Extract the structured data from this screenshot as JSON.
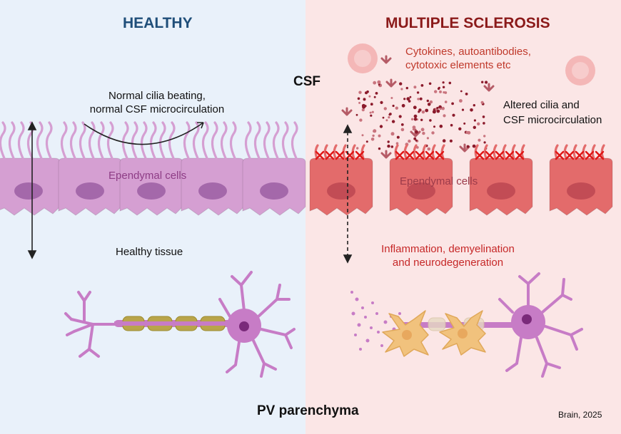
{
  "labels": {
    "healthy": "HEALTHY",
    "ms": "MULTIPLE SCLEROSIS",
    "csf": "CSF",
    "normal_cilia_1": "Normal cilia beating,",
    "normal_cilia_2": "normal CSF microcirculation",
    "cytokines_1": "Cytokines, autoantibodies,",
    "cytokines_2": "cytotoxic elements etc",
    "altered_1": "Altered cilia and",
    "altered_2": "CSF microcirculation",
    "ependymal_left": "Ependymal cells",
    "ependymal_right": "Ependymal cells",
    "healthy_tissue": "Healthy tissue",
    "inflammation_1": "Inflammation, demyelination",
    "inflammation_2": "and neurodegeneration",
    "pv_parenchyma": "PV parenchyma",
    "citation": "Brain, 2025"
  },
  "colors": {
    "healthy_bg": "#e9f1fa",
    "ms_bg": "#fbe6e6",
    "healthy_cell": "#d59fd2",
    "healthy_nucleus": "#a468aa",
    "ms_cell": "#e36b6b",
    "ms_nucleus": "#c24c55",
    "neuron": "#c77cc6",
    "myelin": "#b9a54a",
    "oligodendrocyte": "#f1c27d",
    "cilia_cross": "#e01616",
    "dots": "#8b1a2b"
  }
}
